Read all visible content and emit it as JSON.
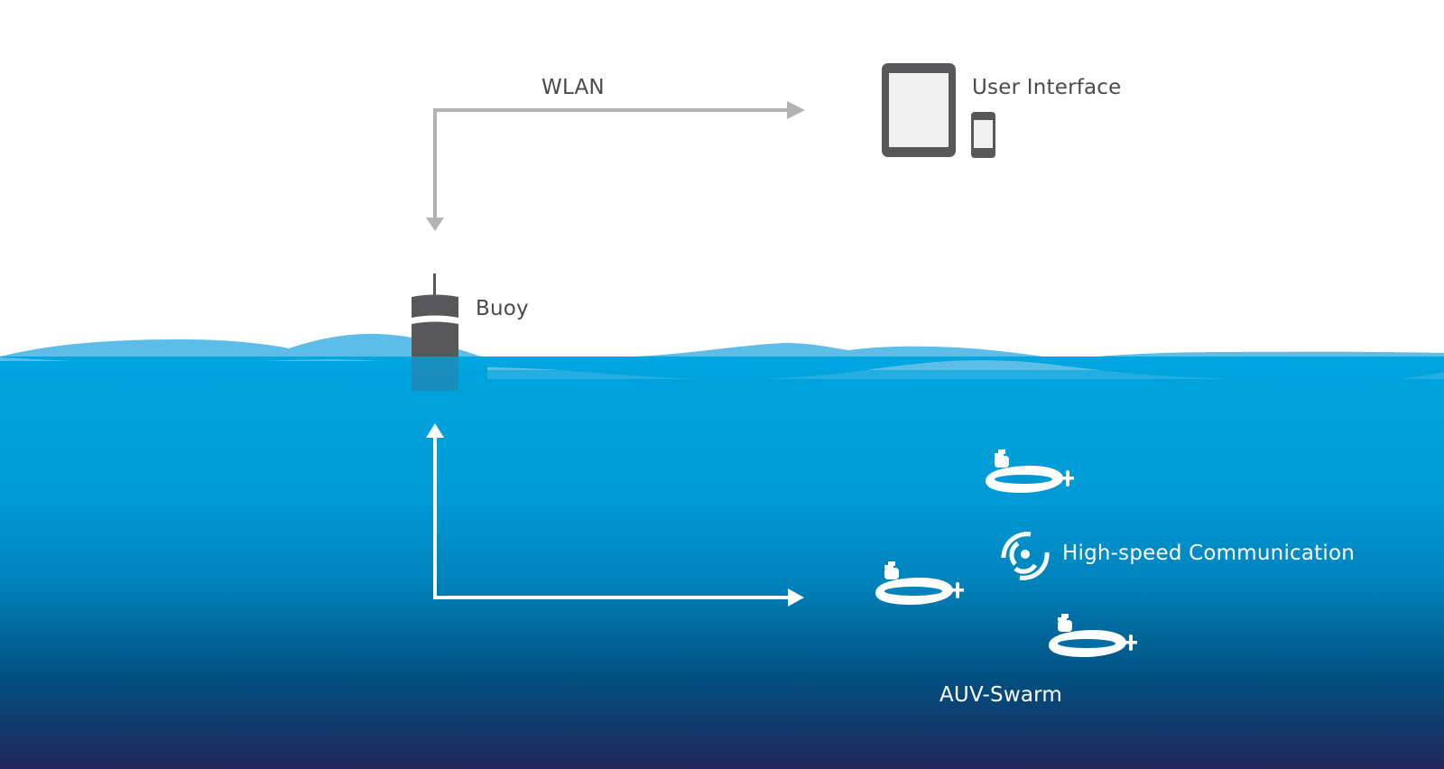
{
  "labels": {
    "wlan": "WLAN",
    "user_interface": "User Interface",
    "buoy": "Buoy",
    "high_speed_communication": "High-speed Communication",
    "auv_swarm": "AUV-Swarm"
  },
  "icons": {
    "tablet": "tablet-icon",
    "phone": "smartphone-icon",
    "buoy": "buoy-icon",
    "signal": "wireless-signal-icon",
    "auv": "submarine-icon"
  },
  "colors": {
    "sky": "#ffffff",
    "wave_light": "#5bbde8",
    "water_top": "#00a6e0",
    "water_mid": "#0088c4",
    "water_deep": "#004f7c",
    "water_bottom": "#22285a",
    "device_gray": "#58585a",
    "arrow_gray": "#b3b3b5",
    "arrow_white": "#ffffff"
  }
}
